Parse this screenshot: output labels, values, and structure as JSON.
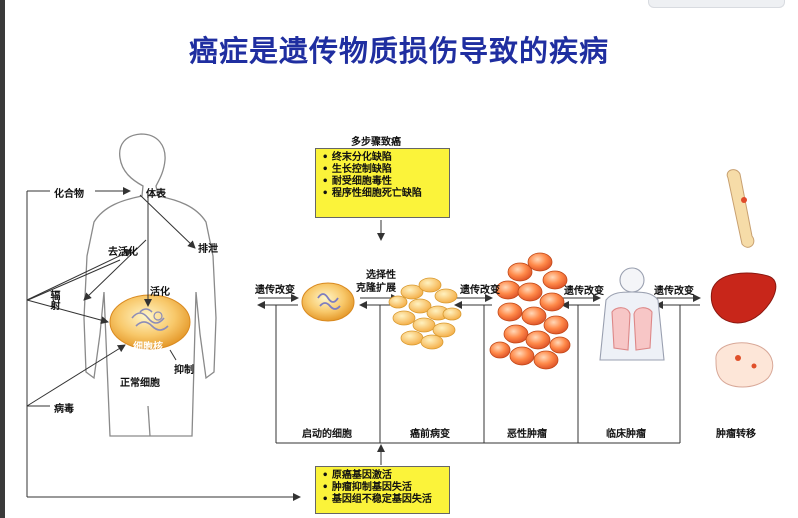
{
  "title": "癌症是遗传物质损伤导致的疾病",
  "body_labels": {
    "chemicals": "化合物",
    "in_vivo": "体表",
    "activation_left": "去活化",
    "excretion": "排泄",
    "activation": "活化",
    "radiation": "辐射",
    "nucleus": "细胞核",
    "inhibit": "抑制",
    "normal_cell": "正常细胞",
    "virus": "病毒"
  },
  "top_box": {
    "heading": "多步骤致癌",
    "items": [
      "终末分化缺陷",
      "生长控制缺陷",
      "耐受细胞毒性",
      "程序性细胞死亡缺陷"
    ]
  },
  "stages": {
    "genetic_change_1": "遗传改变",
    "selective_expansion_line1": "选择性",
    "selective_expansion_line2": "克隆扩展",
    "genetic_change_2": "遗传改变",
    "genetic_change_3": "遗传改变",
    "genetic_change_4": "遗传改变"
  },
  "bottom_labels": [
    "启动的细胞",
    "癌前病变",
    "恶性肿瘤",
    "临床肿瘤",
    "肿瘤转移"
  ],
  "bottom_box": {
    "items": [
      "原癌基因激活",
      "肿瘤抑制基因失活",
      "基因组不稳定基因失活"
    ]
  }
}
